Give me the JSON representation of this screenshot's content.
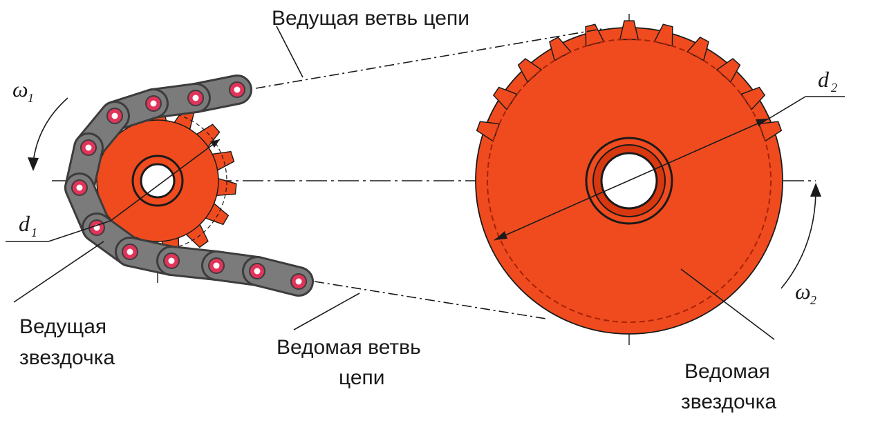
{
  "labels": {
    "leading_branch": "Ведущая ветвь цепи",
    "driven_branch_line1": "Ведомая ветвь",
    "driven_branch_line2": "цепи",
    "driving_sprocket_line1": "Ведущая",
    "driving_sprocket_line2": "звездочка",
    "driven_sprocket_line1": "Ведомая",
    "driven_sprocket_line2": "звездочка"
  },
  "symbols": {
    "omega": "ω",
    "omega1_sub": "1",
    "omega2_sub": "2",
    "d": "d",
    "d1_sub": "1",
    "d2_sub": "2"
  },
  "colors": {
    "sprocket": "#ef4b1e",
    "sprocket_dark": "#c9300f",
    "chain": "#7b7b7b",
    "chain_dark": "#3c3c3c",
    "pin": "#e0345a"
  }
}
